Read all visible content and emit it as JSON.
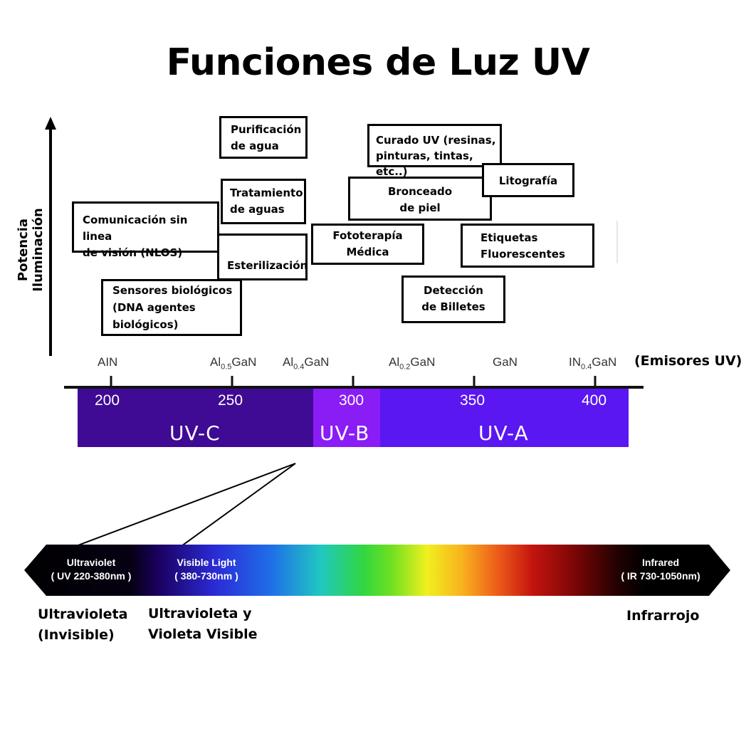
{
  "title": "Funciones de Luz UV",
  "y_axis_label": "Potencia Iluminación",
  "boxes": {
    "purificacion": [
      "Purificación",
      "de agua"
    ],
    "curado": [
      "Curado UV (resinas,",
      "pinturas, tintas, etc..)"
    ],
    "litografia": [
      "Litografía"
    ],
    "tratamiento": [
      "Tratamiento",
      "de aguas"
    ],
    "bronceado": [
      "Bronceado",
      "de piel"
    ],
    "nlos": [
      "Comunicación sin linea",
      "de visión (NLOS)"
    ],
    "fototerapia": [
      "Fototerapía",
      "Médica"
    ],
    "etiquetas": [
      "Etiquetas",
      "Fluorescentes"
    ],
    "esterilizacion": [
      "Esterilización"
    ],
    "sensores": [
      "Sensores biológicos",
      "(DNA agentes",
      "biológicos)"
    ],
    "billetes": [
      "Detección",
      "de Billetes"
    ]
  },
  "emitters": {
    "ain": {
      "base": "AIN",
      "sub": ""
    },
    "al05": {
      "base": "Al",
      "sub": "0.5",
      "tail": "GaN"
    },
    "al04": {
      "base": "Al",
      "sub": "0.4",
      "tail": "GaN"
    },
    "al02": {
      "base": "Al",
      "sub": "0.2",
      "tail": "GaN"
    },
    "gan": {
      "base": "GaN",
      "sub": ""
    },
    "in04": {
      "base": "IN",
      "sub": "0.4",
      "tail": "GaN"
    },
    "label": "(Emisores UV)"
  },
  "wavelength_ticks": [
    "200",
    "250",
    "300",
    "350",
    "400"
  ],
  "bands": {
    "uvc": {
      "name": "UV-C",
      "color": "#3f0a94"
    },
    "uvb": {
      "name": "UV-B",
      "color": "#8a1cf6"
    },
    "uva": {
      "name": "UV-A",
      "color": "#5a17f2"
    }
  },
  "spectrum": {
    "ultraviolet": {
      "line1": "Ultraviolet",
      "line2": "( UV 220-380nm )"
    },
    "visible": {
      "line1": "Visible Light",
      "line2": "( 380-730nm )"
    },
    "infrared": {
      "line1": "Infrared",
      "line2": "( IR 730-1050nm)"
    }
  },
  "bottom_labels": {
    "uv_invisible": [
      "Ultravioleta",
      "(Invisible)"
    ],
    "uv_visible": [
      "Ultravioleta y",
      "Violeta Visible"
    ],
    "infrarrojo": [
      "Infrarrojo"
    ]
  }
}
